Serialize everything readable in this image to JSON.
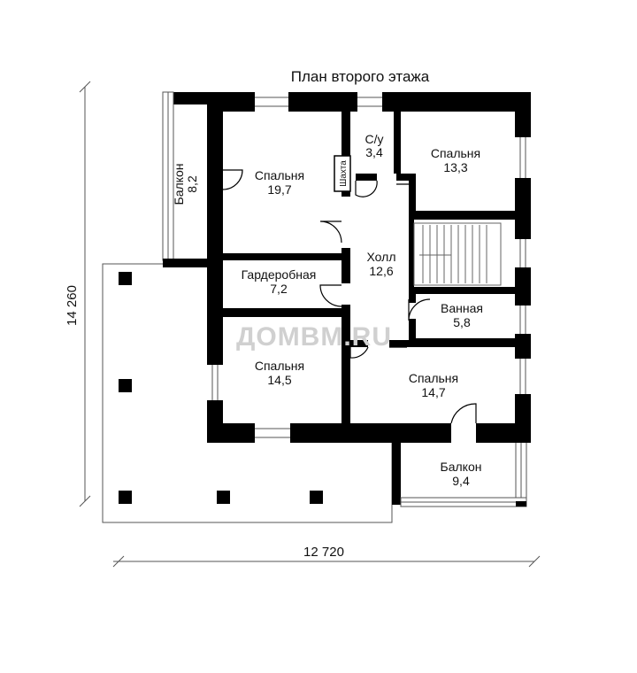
{
  "title": "План второго этажа",
  "watermark": "ДОМВМ.RU",
  "dimensions": {
    "width": "12 720",
    "height": "14 260"
  },
  "rooms": [
    {
      "id": "bedroom-nw",
      "name": "Спальня",
      "area": "19,7"
    },
    {
      "id": "wc",
      "name": "С/у",
      "area": "3,4"
    },
    {
      "id": "bedroom-ne",
      "name": "Спальня",
      "area": "13,3"
    },
    {
      "id": "hall",
      "name": "Холл",
      "area": "12,6"
    },
    {
      "id": "wardrobe",
      "name": "Гардеробная",
      "area": "7,2"
    },
    {
      "id": "bathroom",
      "name": "Ванная",
      "area": "5,8"
    },
    {
      "id": "bedroom-sw",
      "name": "Спальня",
      "area": "14,5"
    },
    {
      "id": "bedroom-se",
      "name": "Спальня",
      "area": "14,7"
    },
    {
      "id": "balcony-s",
      "name": "Балкон",
      "area": "9,4"
    },
    {
      "id": "balcony-w",
      "name": "Балкон",
      "area": "8,2"
    }
  ],
  "shaft": "Шахта",
  "colors": {
    "wall": "#000000",
    "line": "#555555",
    "text": "#111111",
    "watermark": "#d0d0d0"
  }
}
